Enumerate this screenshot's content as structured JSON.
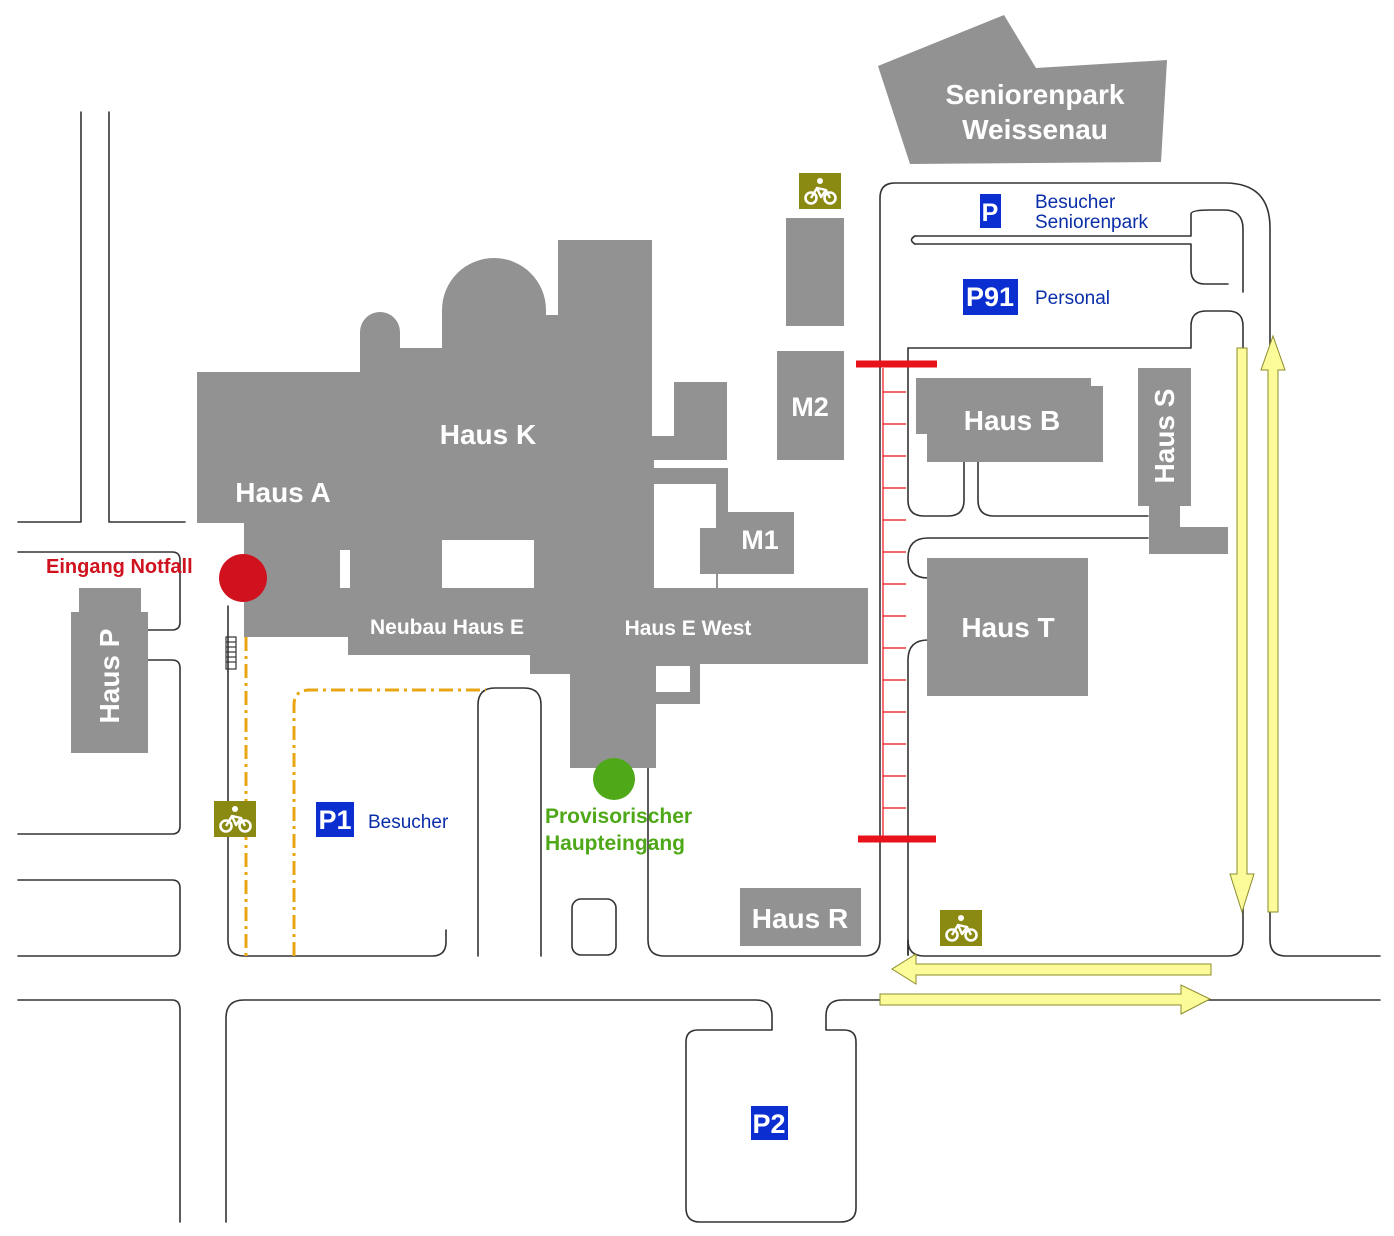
{
  "buildings": {
    "seniorenpark_line1": "Seniorenpark",
    "seniorenpark_line2": "Weissenau",
    "haus_k": "Haus K",
    "haus_a": "Haus A",
    "neubau_haus_e": "Neubau Haus E",
    "haus_e_west": "Haus E West",
    "m1": "M1",
    "m2": "M2",
    "haus_b": "Haus B",
    "haus_s": "Haus S",
    "haus_t": "Haus T",
    "haus_r": "Haus R",
    "haus_p": "Haus P"
  },
  "parking": {
    "p_senior_sign": "P",
    "p_senior_line1": "Besucher",
    "p_senior_line2": "Seniorenpark",
    "p91_sign": "P91",
    "p91_label": "Personal",
    "p1_sign": "P1",
    "p1_label": "Besucher",
    "p2_sign": "P2"
  },
  "entrances": {
    "notfall_label": "Eingang Notfall",
    "haupt_line1": "Provisorischer",
    "haupt_line2": "Haupteingang"
  },
  "colors": {
    "building": "#929292",
    "parking_sign": "#0a2ed0",
    "parking_text": "#0a2ea8",
    "emergency": "#d0121f",
    "main_entrance": "#4ea818",
    "bike_icon": "#8a8a12",
    "arrow_fill": "#fbfb9a",
    "barrier": "#e8121a",
    "bike_path": "#e8a614"
  },
  "icons": [
    "bicycle-icon",
    "arrow-icon",
    "barrier-icon"
  ]
}
